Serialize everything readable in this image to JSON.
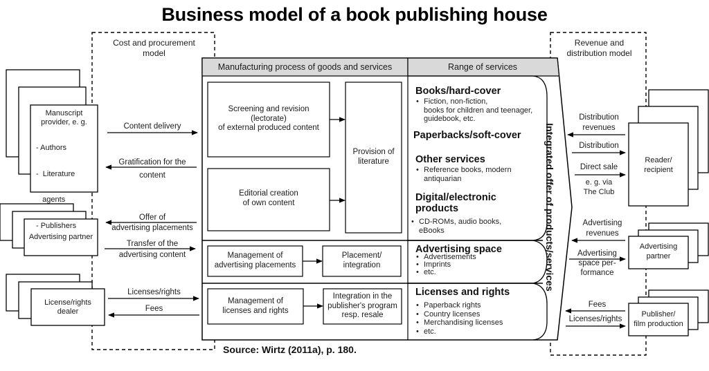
{
  "title": "Business model of a book publishing house",
  "source": "Source: Wirtz (2011a), p. 180.",
  "colors": {
    "header_fill": "#d9d9d9",
    "line": "#000000",
    "background": "#ffffff"
  },
  "cost_model": {
    "label_line1": "Cost and procurement",
    "label_line2": "model",
    "partners": [
      {
        "name_lines": [
          "Manuscript",
          "provider, e. g."
        ],
        "list": [
          "- Authors",
          "-  Literature",
          "   agents",
          "- Publishers"
        ],
        "flows": [
          {
            "label": [
              "Content delivery"
            ],
            "direction": "to-center"
          },
          {
            "label": [
              "Gratification for the",
              "content"
            ],
            "direction": "to-partner"
          }
        ]
      },
      {
        "name_lines": [
          "Advertising partner"
        ],
        "flows": [
          {
            "label": [
              "Offer of",
              "advertising placements"
            ],
            "direction": "to-partner"
          },
          {
            "label": [
              "Transfer of the",
              "advertising content"
            ],
            "direction": "to-center"
          }
        ]
      },
      {
        "name_lines": [
          "License/rights",
          "dealer"
        ],
        "flows": [
          {
            "label": [
              "Licenses/rights"
            ],
            "direction": "to-center"
          },
          {
            "label": [
              "Fees"
            ],
            "direction": "to-partner"
          }
        ]
      }
    ]
  },
  "manufacturing": {
    "header": "Manufacturing process of goods and services",
    "boxes": {
      "screening": [
        "Screening and revision",
        "(lectorate)",
        "of external produced content"
      ],
      "editorial": [
        "Editorial creation",
        "of own content"
      ],
      "provision": [
        "Provision of",
        "literature"
      ],
      "mgmt_ads": [
        "Management of",
        "advertising placements"
      ],
      "placement": [
        "Placement/",
        "integration"
      ],
      "mgmt_licenses": [
        "Management of",
        "licenses and rights"
      ],
      "integration": [
        "Integration in the",
        "publisher's program",
        "resp. resale"
      ]
    }
  },
  "range_of_services": {
    "header": "Range of services",
    "groups": [
      {
        "title": "Books/hard-cover",
        "bullets": [
          "Fiction, non-fiction,",
          "books for children and teenager,",
          "guidebook, etc."
        ]
      },
      {
        "title": "Paperbacks/soft-cover",
        "bullets": []
      },
      {
        "title": "Other services",
        "bullets": [
          "Reference books, modern",
          "antiquarian"
        ]
      },
      {
        "title": "Digital/electronic",
        "title2": "products",
        "bullets": [
          "CD-ROMs, audio books,",
          "eBooks"
        ]
      },
      {
        "title": "Advertising space",
        "bullets": [
          "Advertisements",
          "Imprints",
          "etc."
        ]
      },
      {
        "title": "Licenses and rights",
        "bullets": [
          "Paperback rights",
          "Country licenses",
          "Merchandising licenses",
          "etc."
        ]
      }
    ],
    "vertical_label": "Integrated offer of products/services"
  },
  "revenue_model": {
    "label_line1": "Revenue and",
    "label_line2": "distribution model",
    "partners": [
      {
        "name_lines": [
          "Reader/",
          "recipient"
        ],
        "flows": [
          {
            "label": [
              "Distribution",
              "revenues"
            ],
            "direction": "to-center"
          },
          {
            "label": [
              "Distribution"
            ],
            "direction": "to-partner"
          },
          {
            "label": [
              "Direct sale"
            ],
            "direction": "to-partner",
            "note": [
              "e. g. via",
              "The Club"
            ]
          }
        ]
      },
      {
        "name_lines": [
          "Advertising",
          "partner"
        ],
        "flows": [
          {
            "label": [
              "Advertising",
              "revenues"
            ],
            "direction": "to-center"
          },
          {
            "label": [
              "Advertising",
              "space per-",
              "formance"
            ],
            "direction": "to-partner"
          }
        ]
      },
      {
        "name_lines": [
          "Publisher/",
          "film production"
        ],
        "flows": [
          {
            "label": [
              "Fees"
            ],
            "direction": "to-center"
          },
          {
            "label": [
              "Licenses/rights"
            ],
            "direction": "to-partner"
          }
        ]
      }
    ]
  }
}
